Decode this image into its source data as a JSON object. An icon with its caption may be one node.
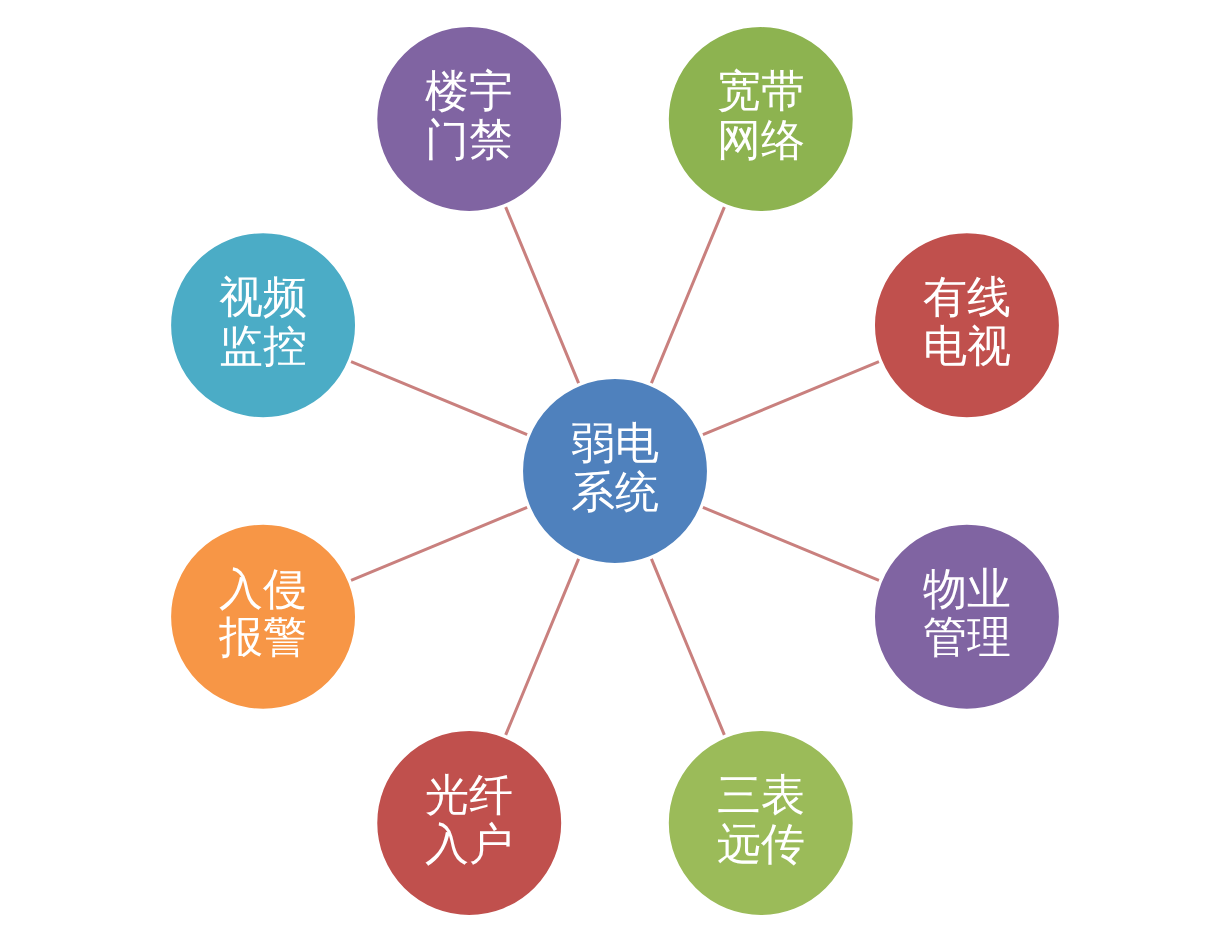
{
  "diagram": {
    "nodes": [
      {
        "text": [
          "弱电系统"
        ]
      },
      {
        "text": [
          "有线电视"
        ]
      },
      {
        "text": [
          "宽带网络"
        ]
      },
      {
        "text": [
          "楼宇门禁"
        ]
      },
      {
        "text": [
          "视频监控"
        ]
      },
      {
        "text": [
          "入侵报警"
        ]
      },
      {
        "text": [
          "光纤入户"
        ]
      },
      {
        "text": [
          "三表远传"
        ]
      },
      {
        "text": [
          "物业管理"
        ]
      }
    ],
    "edges": [
      {
        "from": 0,
        "to": 1,
        "arrow": "none"
      },
      {
        "from": 0,
        "to": 2,
        "arrow": "none"
      },
      {
        "from": 0,
        "to": 3,
        "arrow": "none"
      },
      {
        "from": 0,
        "to": 4,
        "arrow": "none"
      },
      {
        "from": 0,
        "to": 5,
        "arrow": "none"
      },
      {
        "from": 0,
        "to": 6,
        "arrow": "none"
      },
      {
        "from": 0,
        "to": 7,
        "arrow": "none"
      },
      {
        "from": 0,
        "to": 8,
        "arrow": "none"
      }
    ]
  }
}
